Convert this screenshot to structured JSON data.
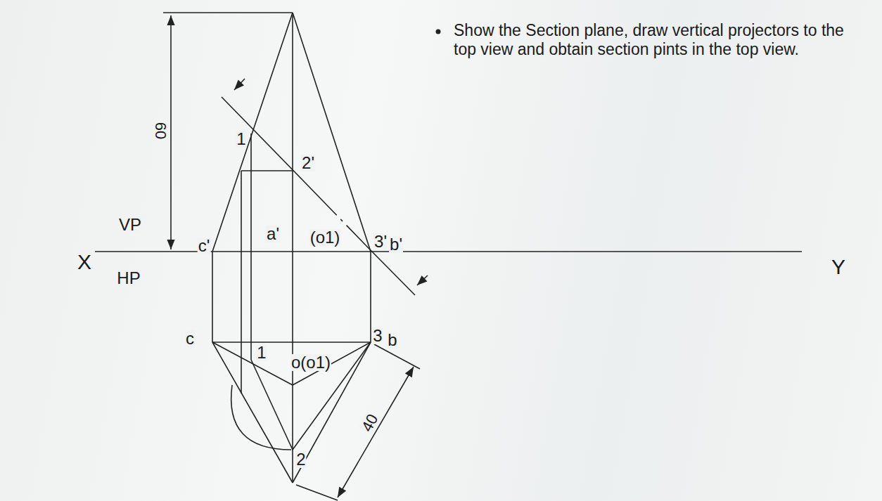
{
  "diagram": {
    "labels": [
      "Show the Section plane, draw vertical projectors to the top view and obtain section pints in the top view.",
      "60",
      "1",
      "2'",
      "VP",
      "a'",
      "(o1)",
      "3'",
      "b'",
      "X",
      "c'",
      "HP",
      "Y",
      "c",
      "1",
      "o(o1)",
      "3",
      "b",
      "40",
      "2"
    ]
  }
}
